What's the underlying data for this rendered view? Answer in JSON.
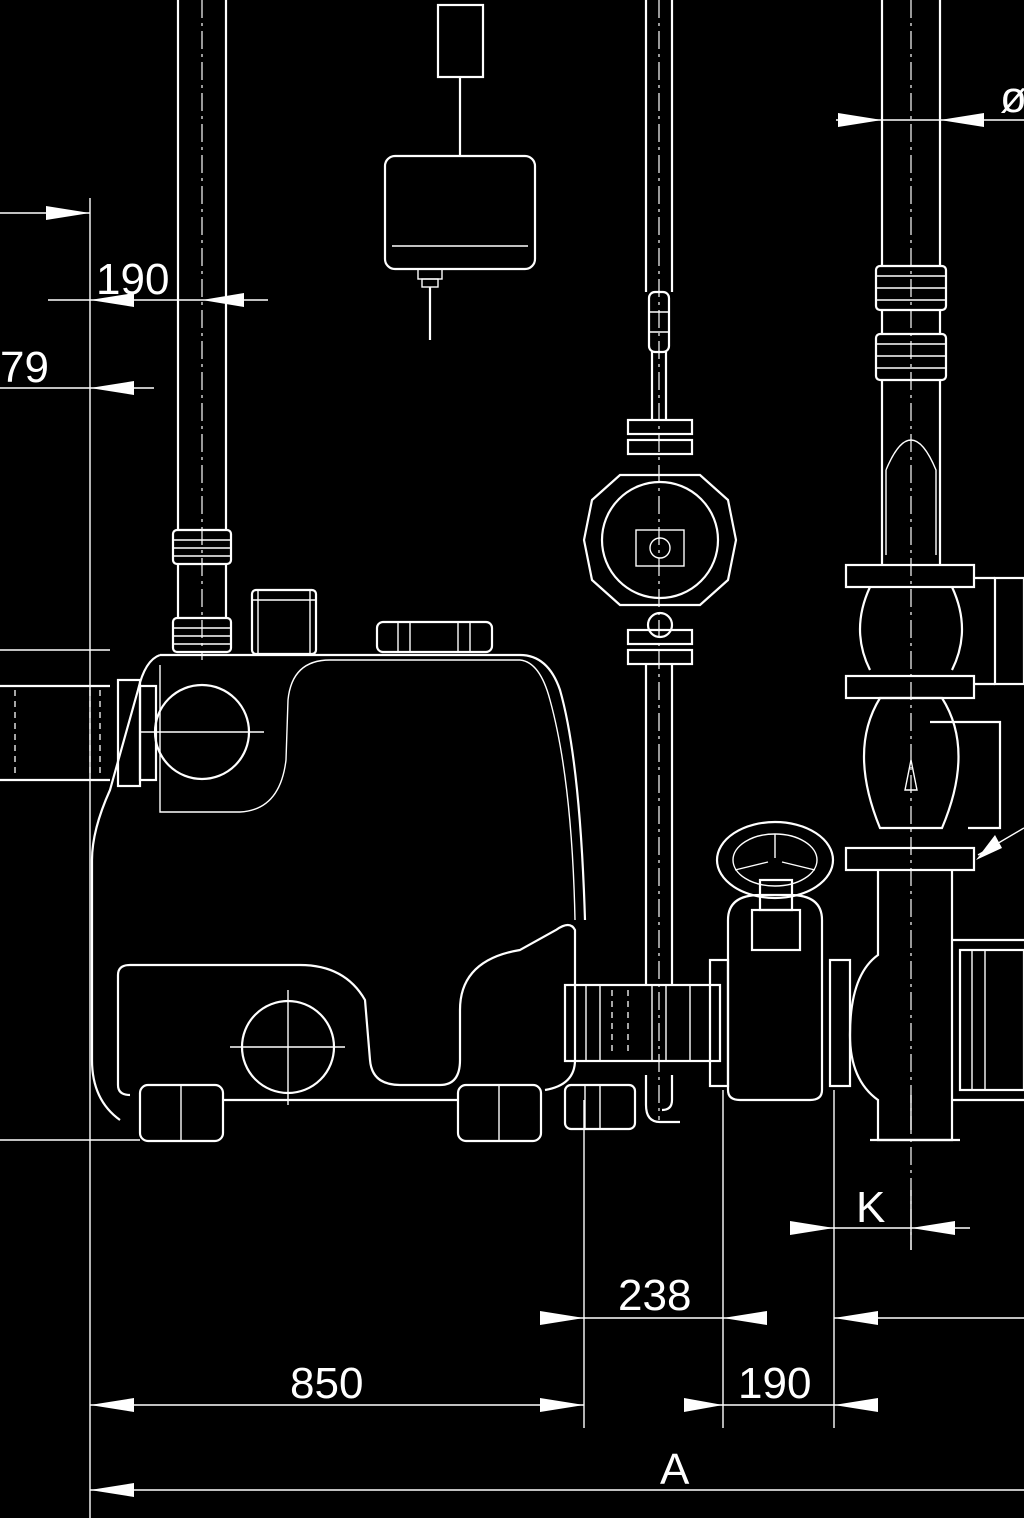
{
  "dimensions": {
    "d190_top": "190",
    "d79": "79",
    "diameter_symbol": "ø",
    "d850": "850",
    "d190_bottom": "190",
    "d238": "238",
    "dK": "K",
    "dA": "A"
  }
}
